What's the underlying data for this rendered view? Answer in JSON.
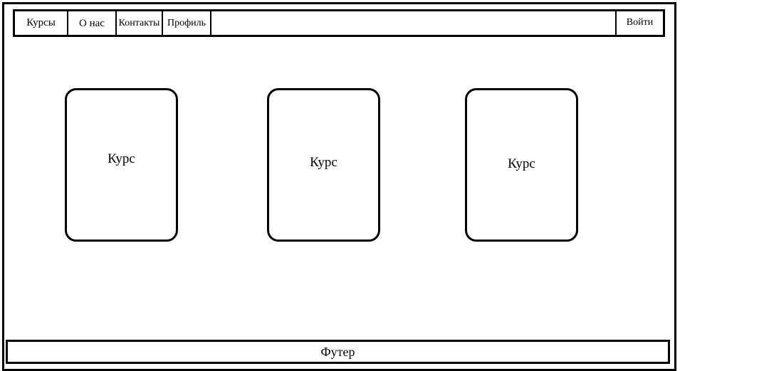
{
  "nav": {
    "items": [
      {
        "label": "Курсы"
      },
      {
        "label": "О нас"
      },
      {
        "label": "Контакты"
      },
      {
        "label": "Профиль"
      }
    ],
    "login_label": "Войти"
  },
  "cards": [
    {
      "label": "Курс"
    },
    {
      "label": "Курс"
    },
    {
      "label": "Курс"
    }
  ],
  "footer": {
    "label": "Футер"
  },
  "colors": {
    "border": "#000000",
    "background": "#ffffff"
  }
}
